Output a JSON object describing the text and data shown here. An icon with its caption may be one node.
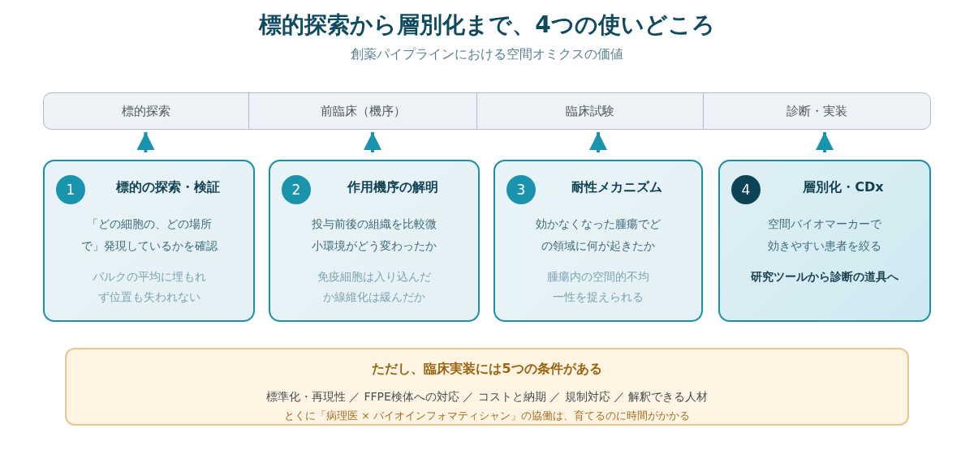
{
  "diagram": {
    "title": "標的探索から層別化まで、4つの使いどころ",
    "nodes": [
      {
        "text": [
          "標的探索"
        ]
      },
      {
        "text": [
          "前臨床（機序）"
        ]
      },
      {
        "text": [
          "臨床試験"
        ]
      },
      {
        "text": [
          "診断・実装"
        ]
      },
      {
        "text": [
          "標的の探索・検証",
          "「どの細胞の、どの場所で」発現しているかを確認",
          "バルクの平均に埋もれず位置も失われない"
        ]
      },
      {
        "text": [
          "1"
        ],
        "in": 4
      },
      {
        "text": [
          "作用機序の解明",
          "投与前後の組織を比較微小環境がどう変わったか",
          "免疫細胞は入り込んだか線維化は緩んだか"
        ]
      },
      {
        "text": [
          "2"
        ],
        "in": 6
      },
      {
        "text": [
          "耐性メカニズム",
          "効かなくなった腫瘍でどの領域に何が起きたか",
          "腫瘍内の空間的不均一性を捉えられる"
        ]
      },
      {
        "text": [
          "3"
        ],
        "in": 8
      },
      {
        "text": [
          "層別化・CDx",
          "空間バイオマーカーで効きやすい患者を絞る",
          "研究ツールから診断の道具へ"
        ]
      },
      {
        "text": [
          "4"
        ],
        "in": 10
      },
      {
        "text": [
          "ただし、臨床実装には5つの条件がある",
          "標準化・再現性 ／ FFPE検体への対応 ／ コストと納期 ／ 規制対応 ／ 解釈できる人材",
          "とくに「病理医 × バイオインフォマティシャン」の協働は、育てるのに時間がかかる"
        ]
      }
    ],
    "edges": [
      {
        "from": 4,
        "to": 0,
        "arrow": "to"
      },
      {
        "from": 6,
        "to": 1,
        "arrow": "to"
      },
      {
        "from": 8,
        "to": 2,
        "arrow": "to"
      },
      {
        "from": 10,
        "to": 3,
        "arrow": "to"
      }
    ],
    "labels": [
      "創薬パイプラインにおける空間オミクスの価値"
    ]
  }
}
